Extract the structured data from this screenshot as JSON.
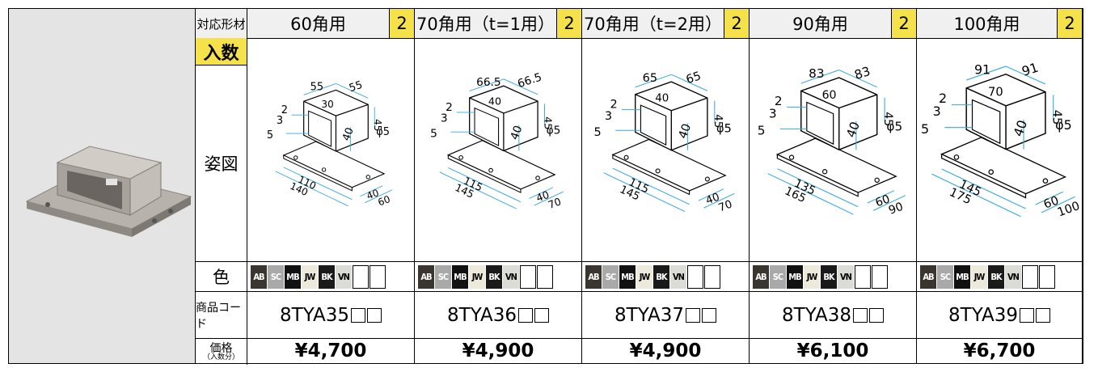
{
  "header": {
    "label_material": "対応形材"
  },
  "row_labels": {
    "quantity": "入数",
    "figure": "姿図",
    "color": "色",
    "code": "商品コード",
    "price_main": "価格",
    "price_sub": "（入数分）"
  },
  "color_codes": [
    "AB",
    "SC",
    "MB",
    "JW",
    "BK",
    "VN"
  ],
  "color_styles": {
    "AB": {
      "bg": "#3b3530",
      "fg": "#ffffff"
    },
    "SC": {
      "bg": "#a9a9a9",
      "fg": "#ffffff"
    },
    "MB": {
      "bg": "#111111",
      "fg": "#ffffff"
    },
    "JW": {
      "bg": "#eeeadb",
      "fg": "#000000"
    },
    "BK": {
      "bg": "#1a1a1a",
      "fg": "#ffffff"
    },
    "VN": {
      "bg": "#dcdcd6",
      "fg": "#000000"
    }
  },
  "accent_yellow": "#f5e14a",
  "dimension_color": "#33a9e0",
  "products": [
    {
      "name": "60角用",
      "qty": "2",
      "code": "8TYA35",
      "price": "¥4,700",
      "dims": {
        "top1": "55",
        "top2": "55",
        "w": "30",
        "side": "45",
        "hole": "φ5",
        "h": "40",
        "l1": "110",
        "l2": "140",
        "d1": "40",
        "d2": "60",
        "a": "2",
        "b": "3",
        "c": "5"
      }
    },
    {
      "name": "70角用（t=1用）",
      "qty": "2",
      "code": "8TYA36",
      "price": "¥4,900",
      "dims": {
        "top1": "66.5",
        "top2": "66.5",
        "w": "40",
        "side": "45",
        "hole": "φ5",
        "h": "40",
        "l1": "115",
        "l2": "145",
        "d1": "40",
        "d2": "70",
        "a": "2",
        "b": "3",
        "c": "5"
      }
    },
    {
      "name": "70角用（t=2用）",
      "qty": "2",
      "code": "8TYA37",
      "price": "¥4,900",
      "dims": {
        "top1": "65",
        "top2": "65",
        "w": "40",
        "side": "45",
        "hole": "φ5",
        "h": "40",
        "l1": "115",
        "l2": "145",
        "d1": "40",
        "d2": "70",
        "a": "2",
        "b": "3",
        "c": "5"
      }
    },
    {
      "name": "90角用",
      "qty": "2",
      "code": "8TYA38",
      "price": "¥6,100",
      "dims": {
        "top1": "83",
        "top2": "83",
        "w": "60",
        "side": "45",
        "hole": "φ5",
        "h": "40",
        "l1": "135",
        "l2": "165",
        "d1": "60",
        "d2": "90",
        "a": "2",
        "b": "3",
        "c": "5"
      }
    },
    {
      "name": "100角用",
      "qty": "2",
      "code": "8TYA39",
      "price": "¥6,700",
      "dims": {
        "top1": "91",
        "top2": "91",
        "w": "70",
        "side": "45",
        "hole": "φ5",
        "h": "40",
        "l1": "145",
        "l2": "175",
        "d1": "60",
        "d2": "100",
        "a": "2",
        "b": "3",
        "c": "5"
      }
    }
  ]
}
